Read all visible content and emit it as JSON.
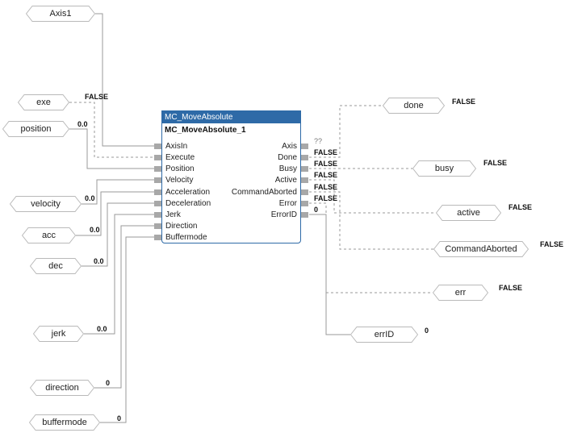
{
  "block": {
    "type": "MC_MoveAbsolute",
    "instance": "MC_MoveAbsolute_1",
    "inputs": [
      "AxisIn",
      "Execute",
      "Position",
      "Velocity",
      "Acceleration",
      "Deceleration",
      "Jerk",
      "Direction",
      "Buffermode"
    ],
    "outputs": [
      "Axis",
      "Done",
      "Busy",
      "Active",
      "CommandAborted",
      "Error",
      "ErrorID"
    ]
  },
  "input_vars": {
    "axis1": {
      "label": "Axis1",
      "value": ""
    },
    "exe": {
      "label": "exe",
      "value": "FALSE"
    },
    "position": {
      "label": "position",
      "value": "0.0"
    },
    "velocity": {
      "label": "velocity",
      "value": "0.0"
    },
    "acc": {
      "label": "acc",
      "value": "0.0"
    },
    "dec": {
      "label": "dec",
      "value": "0.0"
    },
    "jerk": {
      "label": "jerk",
      "value": "0.0"
    },
    "direction": {
      "label": "direction",
      "value": "0"
    },
    "buffermode": {
      "label": "buffermode",
      "value": "0"
    }
  },
  "output_vars": {
    "done": {
      "label": "done",
      "value": "FALSE"
    },
    "busy": {
      "label": "busy",
      "value": "FALSE"
    },
    "active": {
      "label": "active",
      "value": "FALSE"
    },
    "commandaborted": {
      "label": "CommandAborted",
      "value": "FALSE"
    },
    "err": {
      "label": "err",
      "value": "FALSE"
    },
    "errid": {
      "label": "errID",
      "value": "0"
    }
  },
  "pin_values": {
    "axis": "??",
    "done": "FALSE",
    "busy": "FALSE",
    "active": "FALSE",
    "commandaborted": "FALSE",
    "error": "FALSE",
    "errorid": "0"
  },
  "colors": {
    "header": "#2e6aa7",
    "wire": "#9a9a9a",
    "var_border": "#b9b9b9"
  }
}
